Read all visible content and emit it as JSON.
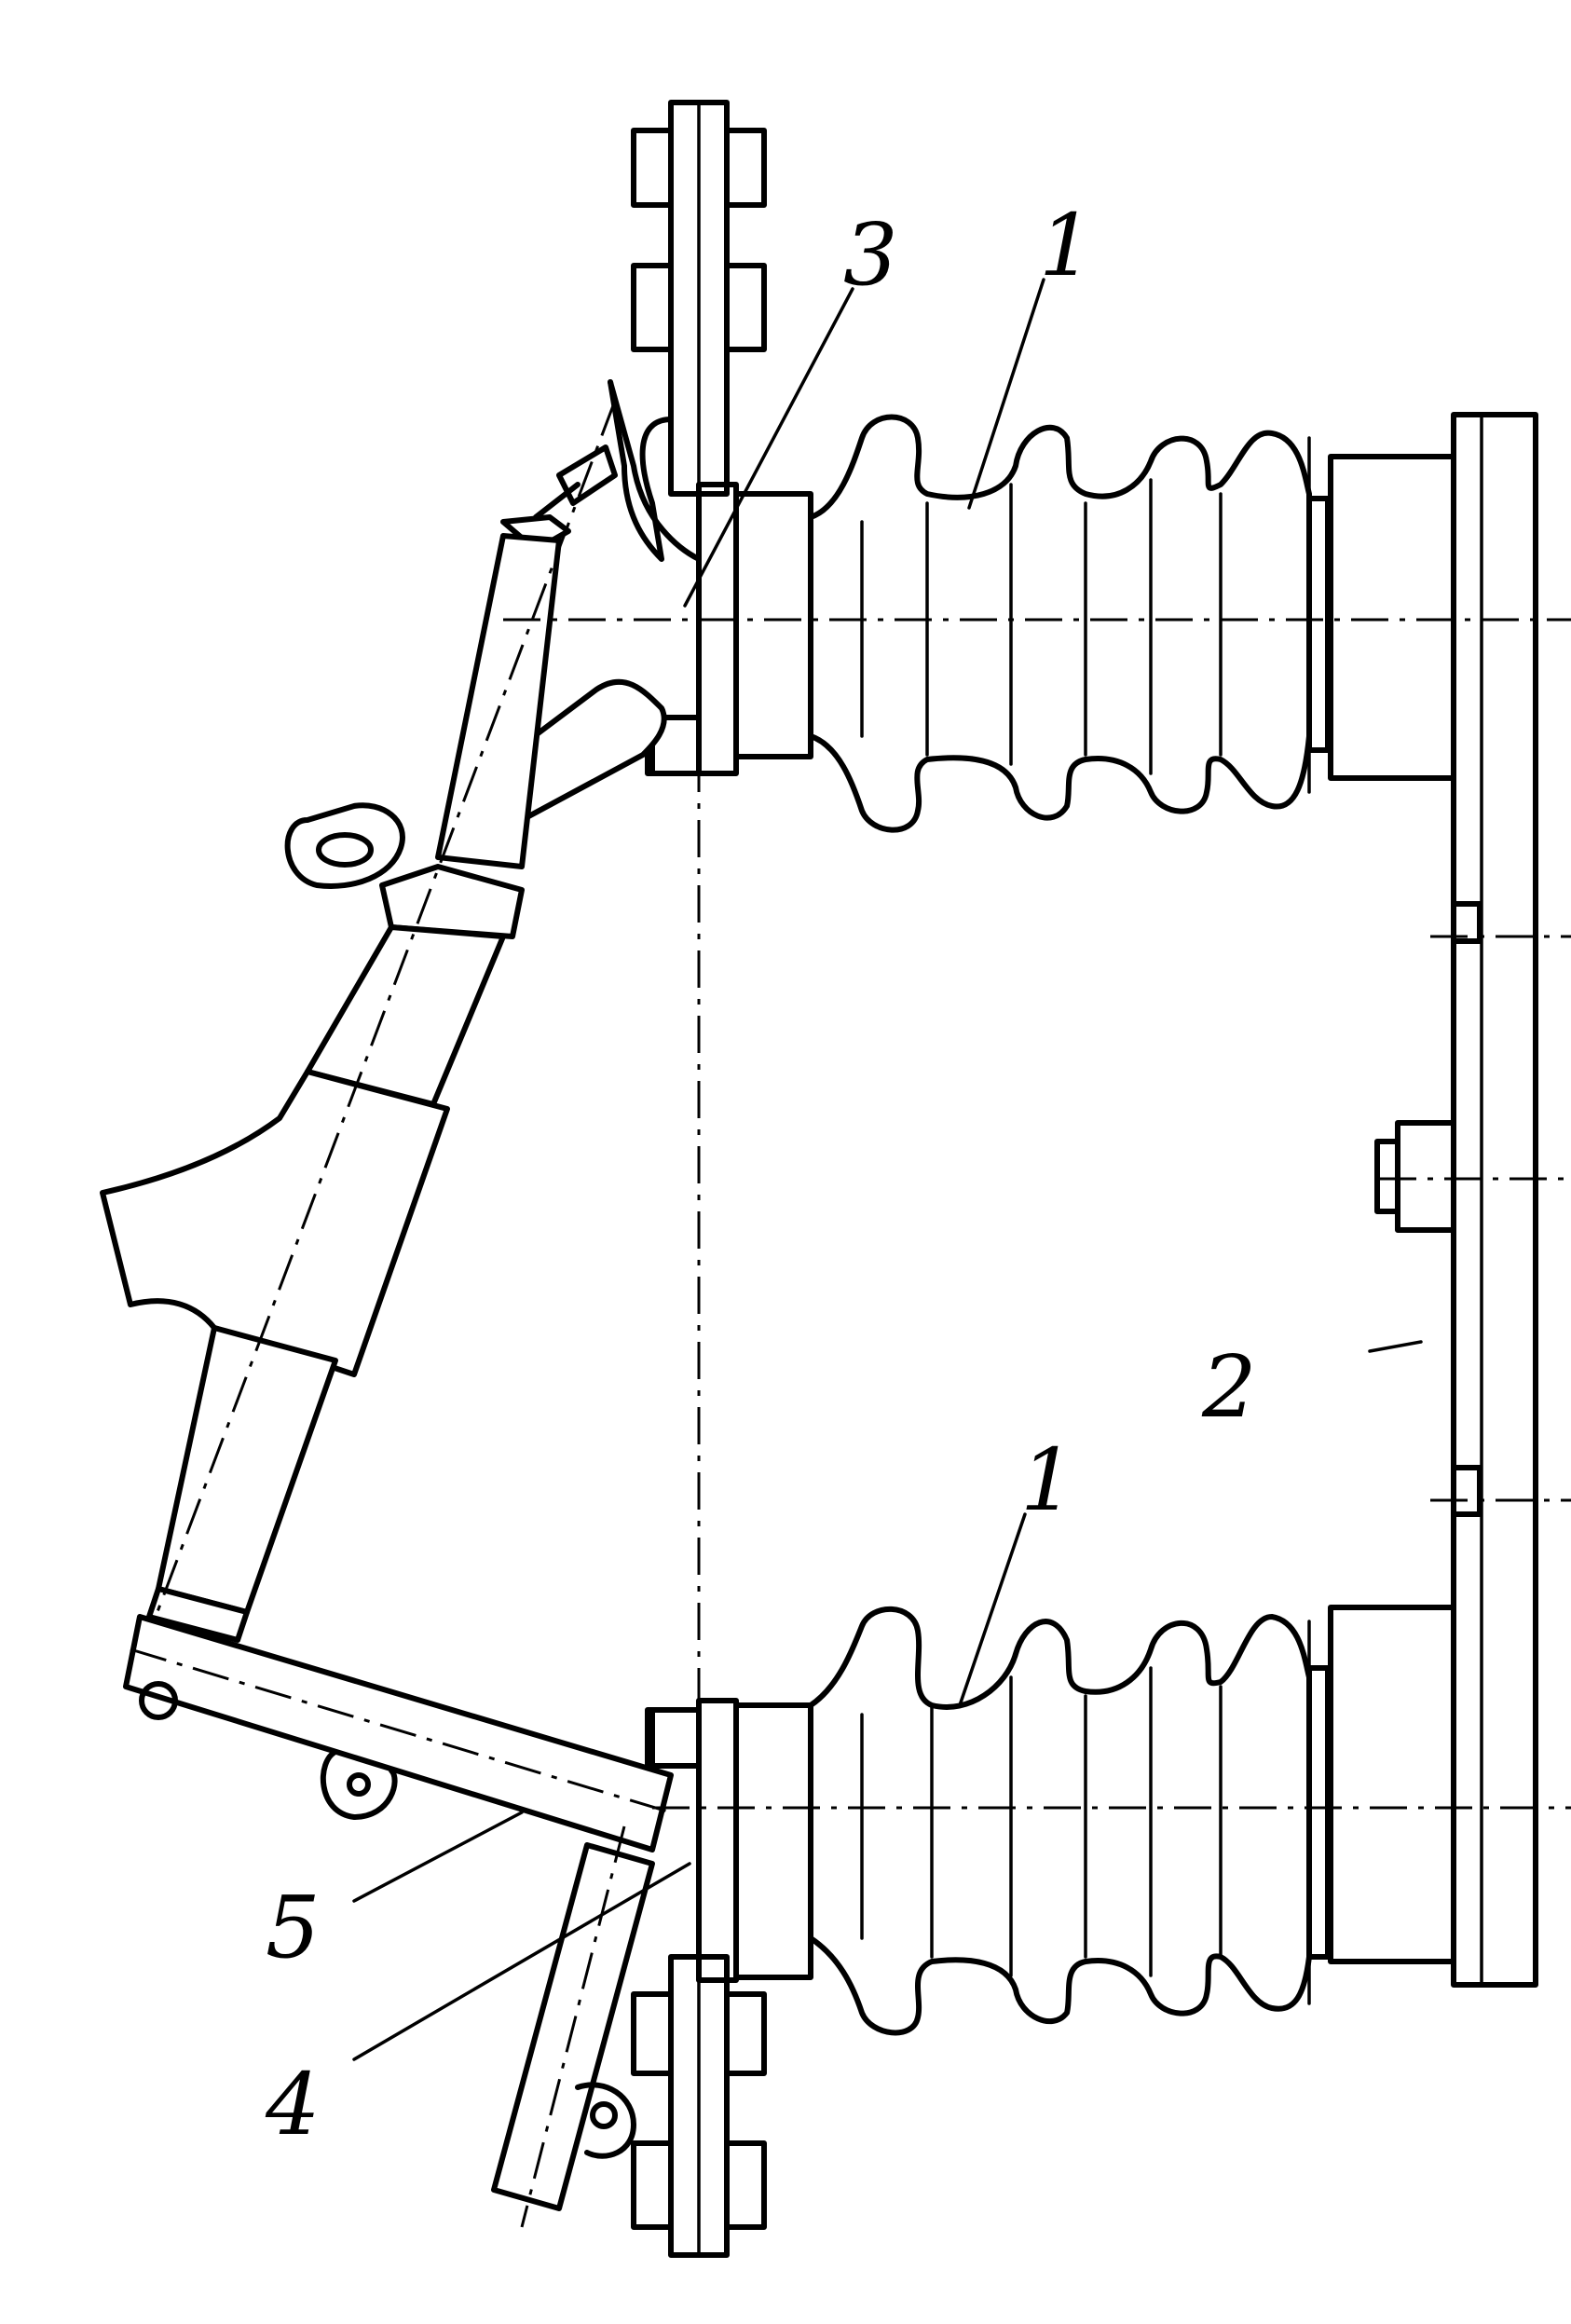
{
  "labels": {
    "insulator_top": "1",
    "insulator_bottom": "1",
    "frame": "2",
    "top_contact": "3",
    "bottom_contact": "4",
    "rod": "5"
  }
}
